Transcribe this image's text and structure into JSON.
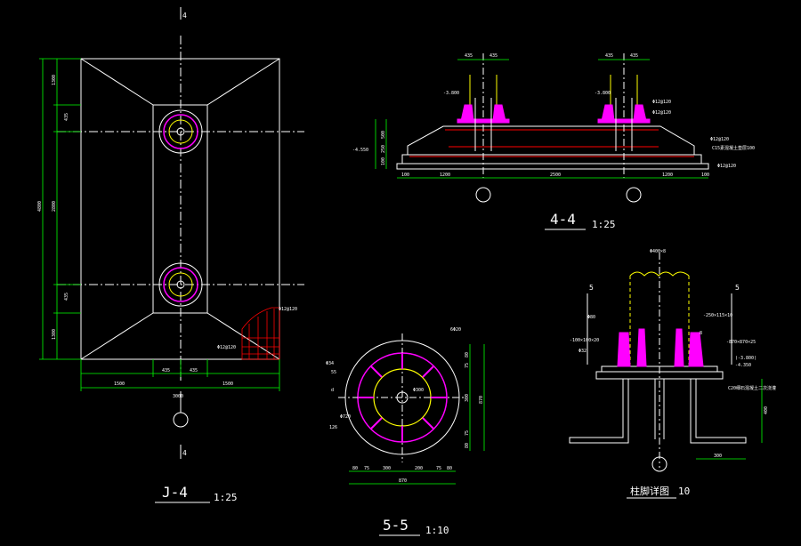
{
  "colors": {
    "background": "#000000",
    "line": "#ffffff",
    "dimension": "#00ff00",
    "bolt_circle": "#ff00ff",
    "hatch": "#ff0000",
    "center_line": "#ffffff",
    "column": "#ffff00"
  },
  "drawings": {
    "plan": {
      "title": "J-4",
      "scale": "1:25"
    },
    "section_44": {
      "title": "4-4",
      "scale": "1:25"
    },
    "section_55": {
      "title": "5-5",
      "scale": "1:10"
    },
    "column_base": {
      "title": "柱脚详图",
      "scale": "10"
    }
  },
  "section_marks": {
    "top": "4",
    "bottom": "4",
    "left": "5",
    "right": "5"
  },
  "plan_dims": {
    "total_height": "4800",
    "left_parts": [
      "1300",
      "435",
      "2800",
      "435",
      "1300"
    ],
    "bottom_parts": [
      "1500",
      "435",
      "435",
      "1500"
    ],
    "total_width": "3000",
    "rebar_1": "Φ12@120",
    "rebar_2": "Φ12@120"
  },
  "section_44_dims": {
    "top_left": [
      "435",
      "435"
    ],
    "top_right": [
      "435",
      "435"
    ],
    "bottom": [
      "100",
      "1200",
      "2500",
      "1200",
      "100"
    ],
    "left": [
      "500",
      "250",
      "100"
    ],
    "elev_1": "-3.800",
    "elev_2": "-3.800",
    "elev_3": "-4.550",
    "rebar_a": "Φ12@120",
    "rebar_b": "Φ12@120",
    "rebar_c": "Φ12@120",
    "rebar_d": "Φ12@120",
    "note_a": "C15素混凝土垫层100",
    "note_b": "Φ12@120"
  },
  "section_55_dims": {
    "bottom": [
      "80",
      "75",
      "300",
      "200",
      "75",
      "80"
    ],
    "bottom_total": "870",
    "right": [
      "80",
      "75",
      "300",
      "75",
      "80"
    ],
    "right_total": "870",
    "labels": [
      "Φ34",
      "55",
      "d",
      "Φ300",
      "Φ720",
      "6Φ20",
      "126"
    ]
  },
  "column_base_notes": {
    "top": "Φ400×8",
    "left_1": "Φ80",
    "left_2": "-100×100×20",
    "left_3": "Φ32",
    "right_1": "-250×115×10",
    "right_2": "-870×870×25",
    "right_3": "(-3.800)",
    "right_4": "-4.350",
    "right_5": "C20细石混凝土二次浇灌",
    "dim_vertical": "400",
    "dim_horizontal": "300",
    "left_label": "8"
  }
}
